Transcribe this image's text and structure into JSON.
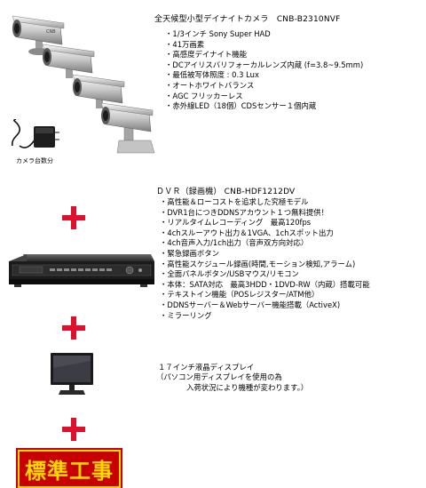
{
  "camera": {
    "title": "全天候型小型デイナイトカメラ　CNB-B2310NVF",
    "specs": [
      "1/3インチ Sony Super HAD",
      "41万画素",
      "高感度デイナイト機能",
      "DCアイリスバリフォーカルレンズ内蔵 (f=3.8~9.5mm)",
      "最低被写体照度 : 0.3 Lux",
      "オートホワイトバランス",
      "AGC フリッカーレス",
      "赤外線LED（18個）CDSセンサー１個内蔵"
    ],
    "adapter_caption": "カメラ台数分"
  },
  "dvr": {
    "title": "ＤＶＲ（録画機） CNB-HDF1212DV",
    "specs": [
      "高性能＆ローコストを追求した究極モデル",
      "DVR1台につきDDNSアカウント１つ無料提供！",
      "リアルタイムレコーディング　最高120fps",
      "4chスルーアウト出力＆1VGA、1chスポット出力",
      "4ch音声入力/1ch出力（音声双方向対応）",
      "緊急録画ボタン",
      "高性能スケジュール録画(時間,モーション検知,アラーム)",
      "全面パネルボタン/USBマウス/リモコン",
      "本体：SATA対応　最高3HDD・1DVD-RW（内蔵）搭載可能",
      "テキストイン機能（POSレジスター/ATM他）",
      "DDNSサーバー＆Webサーバー機能搭載（ActiveX)",
      "ミラーリング"
    ]
  },
  "monitor": {
    "lines": [
      "１７インチ液晶ディスプレイ",
      "（パソコン用ディスプレイを使用の為",
      "入荷状況により機種が変わります。）"
    ]
  },
  "badge": {
    "label": "標準工事"
  },
  "colors": {
    "plus": "#e0102a",
    "badge_bg": "#c80000",
    "badge_text": "#ffd800"
  }
}
